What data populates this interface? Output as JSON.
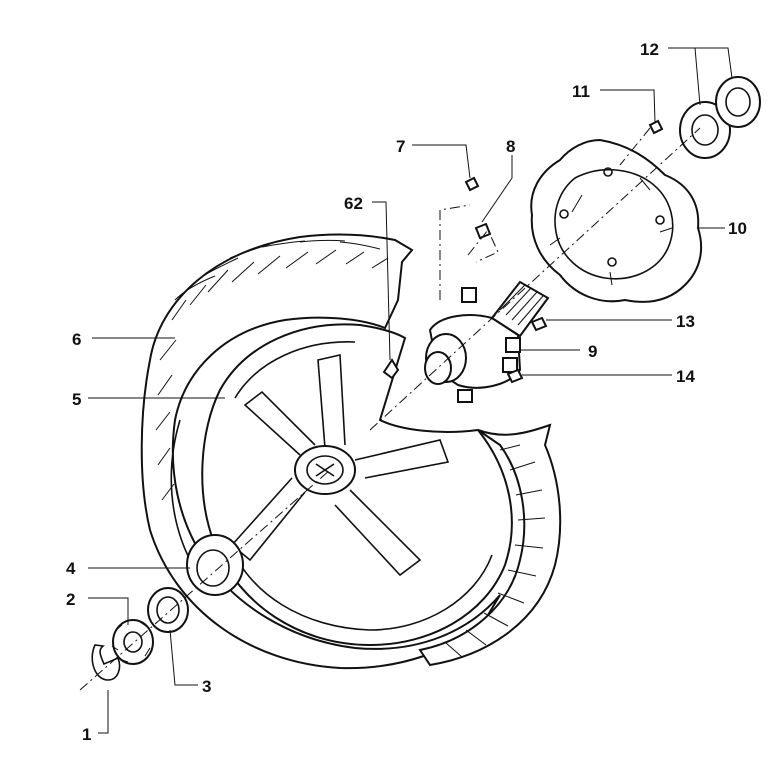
{
  "diagram": {
    "callouts": {
      "c1": "1",
      "c2": "2",
      "c3": "3",
      "c4": "4",
      "c5": "5",
      "c6": "6",
      "c7": "7",
      "c8": "8",
      "c9": "9",
      "c10": "10",
      "c11": "11",
      "c12": "12",
      "c13": "13",
      "c14": "14",
      "c62": "62"
    },
    "line_color": "#111111",
    "background": "#ffffff"
  }
}
